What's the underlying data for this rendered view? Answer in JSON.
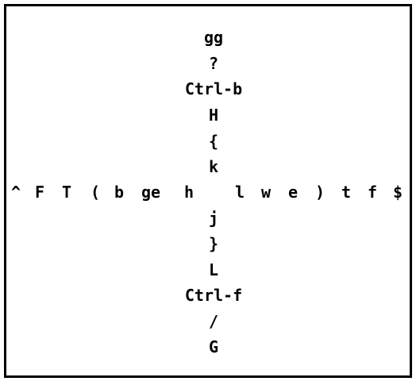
{
  "up": [
    "gg",
    "?",
    "Ctrl-b",
    "H",
    "{",
    "k"
  ],
  "left": [
    "^",
    "F",
    "T",
    "(",
    "b",
    "ge",
    "h"
  ],
  "right": [
    "l",
    "w",
    "e",
    ")",
    "t",
    "f",
    "$"
  ],
  "down": [
    "j",
    "}",
    "L",
    "Ctrl-f",
    "/",
    "G"
  ]
}
